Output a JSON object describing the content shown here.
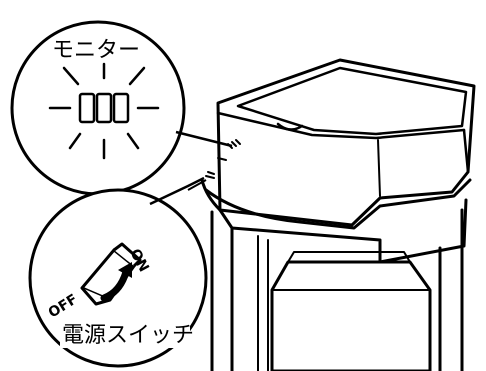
{
  "labels": {
    "monitor": "モニター",
    "power_switch": "電源スイッチ",
    "off": "OFF",
    "on": "ON"
  },
  "colors": {
    "ink": "#000000",
    "paper": "#ffffff"
  }
}
